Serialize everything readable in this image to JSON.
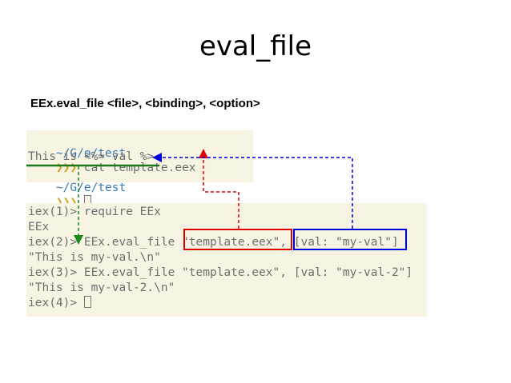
{
  "slide": {
    "title": "eval_file",
    "signature": "EEx.eval_file <file>, <binding>, <option>"
  },
  "shell": {
    "line1": {
      "path": "~/G/e/test",
      "prompt": "❯❯❯",
      "command": " cat template.eex"
    },
    "line2": "This is <%= val %>",
    "line3": {
      "path": "~/G/e/test",
      "prompt": "❯❯❯",
      "command": " "
    }
  },
  "iex": {
    "lines": [
      "iex(1)> require EEx",
      "EEx",
      "iex(2)> EEx.eval_file \"template.eex\", [val: \"my-val\"]",
      "\"This is my-val.\\n\"",
      "iex(3)> EEx.eval_file \"template.eex\", [val: \"my-val-2\"]",
      "\"This is my-val-2.\\n\"",
      "iex(4)> "
    ]
  },
  "colors": {
    "highlight_file": "#e00000",
    "highlight_binding": "#0000dd",
    "underline_template": "#1a7a1a",
    "terminal_background": "#f8f4e4"
  }
}
